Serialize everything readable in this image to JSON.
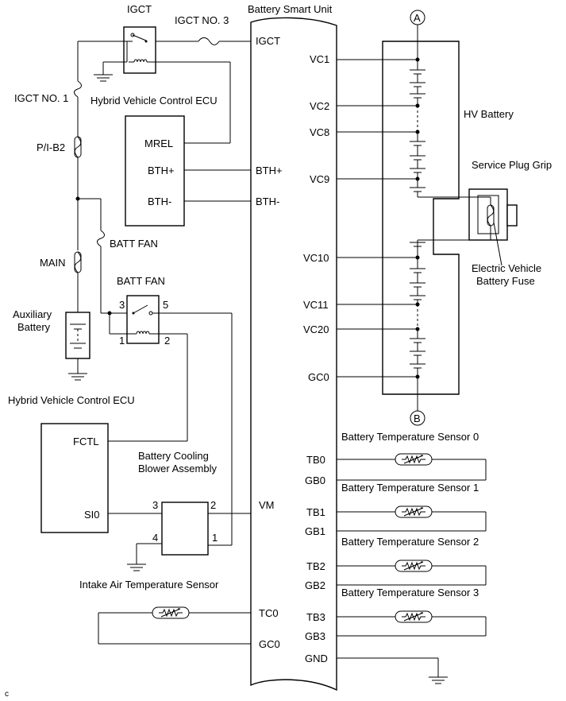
{
  "labels": {
    "igct": "IGCT",
    "igct_no3": "IGCT NO. 3",
    "battery_smart_unit": "Battery Smart Unit",
    "hvce_top": "Hybrid Vehicle Control ECU",
    "igct_no1": "IGCT NO. 1",
    "pib2": "P/I-B2",
    "mrel": "MREL",
    "bthp_ecu": "BTH+",
    "bthm_ecu": "BTH-",
    "bthp_bsu": "BTH+",
    "bthm_bsu": "BTH-",
    "batt_fan_fuse": "BATT FAN",
    "main": "MAIN",
    "batt_fan_relay": "BATT FAN",
    "aux_battery_1": "Auxiliary",
    "aux_battery_2": "Battery",
    "relay_pin3": "3",
    "relay_pin5": "5",
    "relay_pin1": "1",
    "relay_pin2": "2",
    "hvce_bottom": "Hybrid Vehicle Control ECU",
    "fctl": "FCTL",
    "si0": "SI0",
    "blower_1": "Battery Cooling",
    "blower_2": "Blower Assembly",
    "blower_pin3": "3",
    "blower_pin2": "2",
    "blower_pin4": "4",
    "blower_pin1": "1",
    "vm": "VM",
    "intake_sensor": "Intake Air Temperature Sensor",
    "tc0": "TC0",
    "gc0_intake": "GC0",
    "igct_bsu": "IGCT",
    "vc1": "VC1",
    "vc2": "VC2",
    "vc8": "VC8",
    "vc9": "VC9",
    "vc10": "VC10",
    "vc11": "VC11",
    "vc20": "VC20",
    "gc0_batt": "GC0",
    "connector_a": "A",
    "connector_b": "B",
    "hv_battery": "HV Battery",
    "service_plug": "Service Plug Grip",
    "ev_fuse_1": "Electric Vehicle",
    "ev_fuse_2": "Battery Fuse",
    "bts0": "Battery Temperature Sensor 0",
    "bts1": "Battery Temperature Sensor 1",
    "bts2": "Battery Temperature Sensor 2",
    "bts3": "Battery Temperature Sensor 3",
    "tb0": "TB0",
    "gb0": "GB0",
    "tb1": "TB1",
    "gb1": "GB1",
    "tb2": "TB2",
    "gb2": "GB2",
    "tb3": "TB3",
    "gb3": "GB3",
    "gnd": "GND",
    "corner": "c"
  }
}
